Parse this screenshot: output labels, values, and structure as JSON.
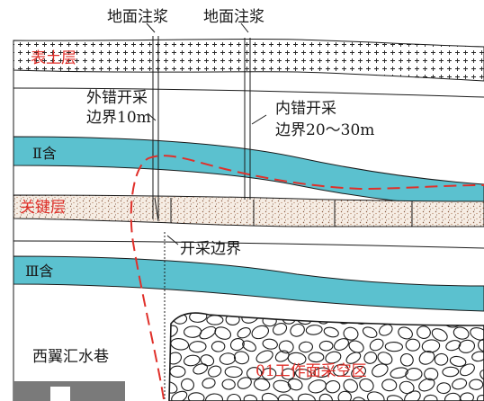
{
  "labels": {
    "grouting_left": "地面注浆",
    "grouting_right": "地面注浆",
    "topsoil": "表土层",
    "outer_offset_l1": "外错开采",
    "outer_offset_l2": "边界10m",
    "inner_offset_l1": "内错开采",
    "inner_offset_l2": "边界20～30m",
    "aquifer_2": "Ⅱ含",
    "key_stratum": "关键层",
    "mining_boundary": "开采边界",
    "aquifer_3": "Ⅲ含",
    "west_roadway": "西翼汇水巷",
    "goaf": "01工作面采空区"
  },
  "colors": {
    "aquifer": "#5bc1cf",
    "outline": "#1a1a1a",
    "boundary_line": "#e0302a",
    "roadway": "#7a7a7a"
  }
}
